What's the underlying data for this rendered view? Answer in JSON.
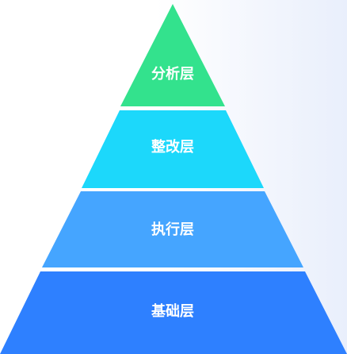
{
  "diagram": {
    "type": "pyramid",
    "layers": [
      {
        "label": "分析层",
        "color": "#33e28d"
      },
      {
        "label": "整改层",
        "color": "#1cd8fb"
      },
      {
        "label": "执行层",
        "color": "#45a5ff"
      },
      {
        "label": "基础层",
        "color": "#2e80ff"
      }
    ],
    "label_color": "#ffffff",
    "separator_color": "#ffffff"
  }
}
